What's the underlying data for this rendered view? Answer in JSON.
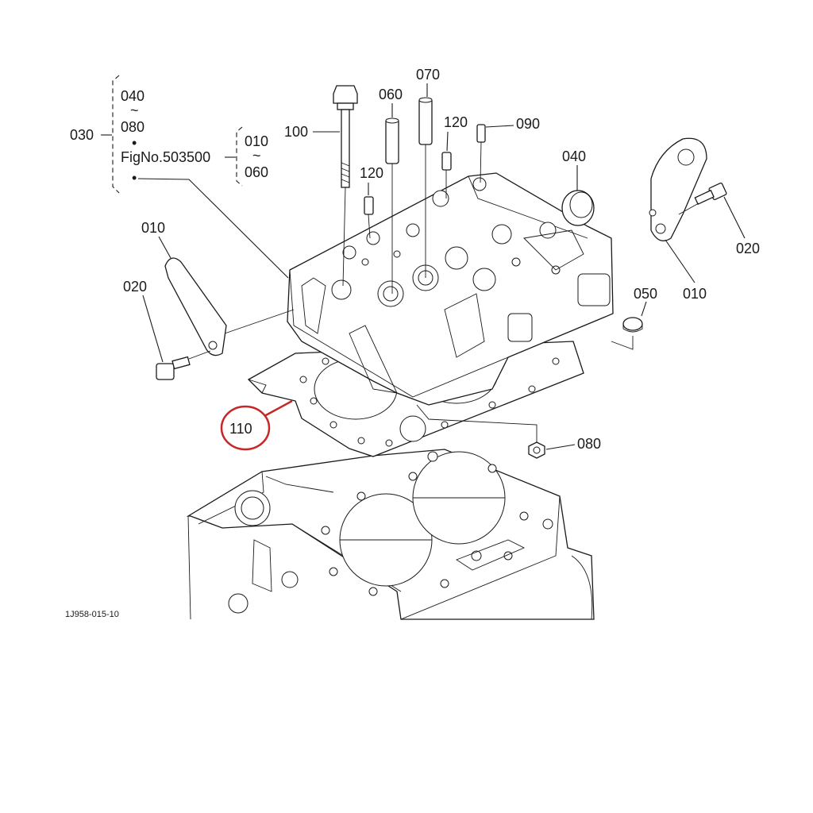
{
  "colors": {
    "ink": "#1a1a1a",
    "highlight": "#c62828",
    "background": "#ffffff"
  },
  "bracket_group": {
    "ref": "030",
    "range_a_from": "040",
    "range_a_tilde": "~",
    "range_a_to": "080",
    "dot": "•",
    "fig_ref": "FigNo.503500",
    "range_b_from": "010",
    "range_b_tilde": "~",
    "range_b_to": "060"
  },
  "callouts": {
    "bolt_long": "100",
    "guide_a": "060",
    "guide_b": "070",
    "dowel_top": "120",
    "dowel_left": "120",
    "plug_small": "090",
    "plug_large": "040",
    "bracket_right": "010",
    "bolt_right": "020",
    "cap_small": "050",
    "bracket_left": "010",
    "bolt_left": "020",
    "gasket": "110",
    "nut": "080"
  },
  "drawing_code": "1J958-015-10"
}
